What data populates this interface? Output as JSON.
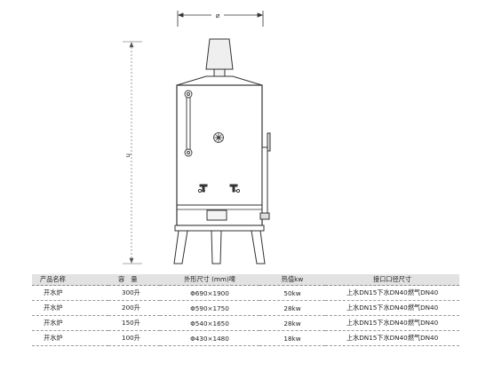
{
  "dimensions": {
    "diameter_label": "⌀",
    "height_label": "h"
  },
  "table": {
    "headers": [
      "产品名称",
      "容　量",
      "外形尺寸 (mm)啤",
      "热值kw",
      "接口口径尺寸"
    ],
    "rows": [
      [
        "开水炉",
        "300升",
        "Φ690×1900",
        "50kw",
        "上水DN15下水DN40燃气DN40"
      ],
      [
        "开水炉",
        "200升",
        "Φ590×1750",
        "28kw",
        "上水DN15下水DN40燃气DN40"
      ],
      [
        "开水炉",
        "150升",
        "Φ540×1650",
        "28kw",
        "上水DN15下水DN40燃气DN40"
      ],
      [
        "开水炉",
        "100升",
        "Φ430×1480",
        "18kw",
        "上水DN15下水DN40燃气DN40"
      ]
    ]
  }
}
